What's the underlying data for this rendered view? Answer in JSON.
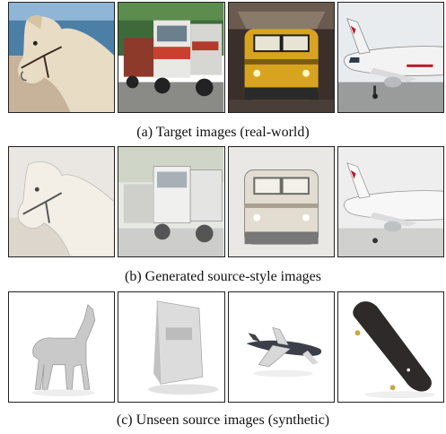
{
  "captions": {
    "target": "(a) Target images (real-world)",
    "generated": "(b) Generated source-style images",
    "unseen": "(c) Unseen source images (synthetic)"
  }
}
